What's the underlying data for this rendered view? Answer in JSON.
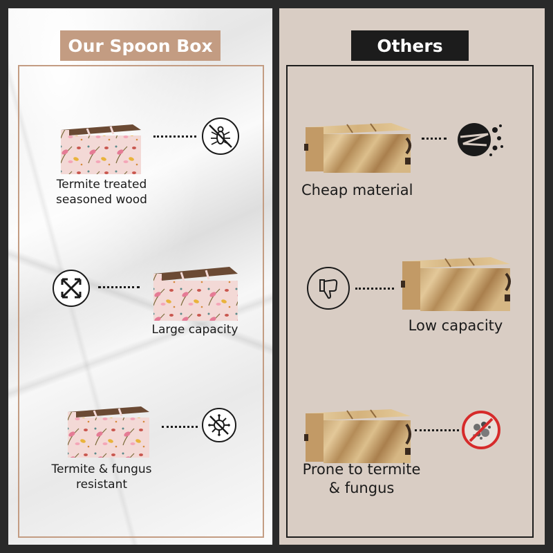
{
  "left": {
    "title": "Our Spoon Box",
    "items": [
      {
        "label_line1": "Termite treated",
        "label_line2": "seasoned wood",
        "icon": "no-termite-icon"
      },
      {
        "label": "Large capacity",
        "icon": "expand-arrows-icon"
      },
      {
        "label_line1": "Termite & fungus",
        "label_line2": "resistant",
        "icon": "no-germ-icon"
      }
    ]
  },
  "right": {
    "title": "Others",
    "items": [
      {
        "label": "Cheap material",
        "icon": "broken-splat-icon"
      },
      {
        "label": "Low capacity",
        "icon": "thumbs-down-icon"
      },
      {
        "label_line1": "Prone to termite",
        "label_line2": "& fungus",
        "icon": "no-mold-icon"
      }
    ]
  },
  "colors": {
    "left_accent": "#c39c82",
    "right_accent": "#1c1c1c",
    "right_background": "#d9cdc4",
    "prohibit_red": "#d62b2b"
  }
}
